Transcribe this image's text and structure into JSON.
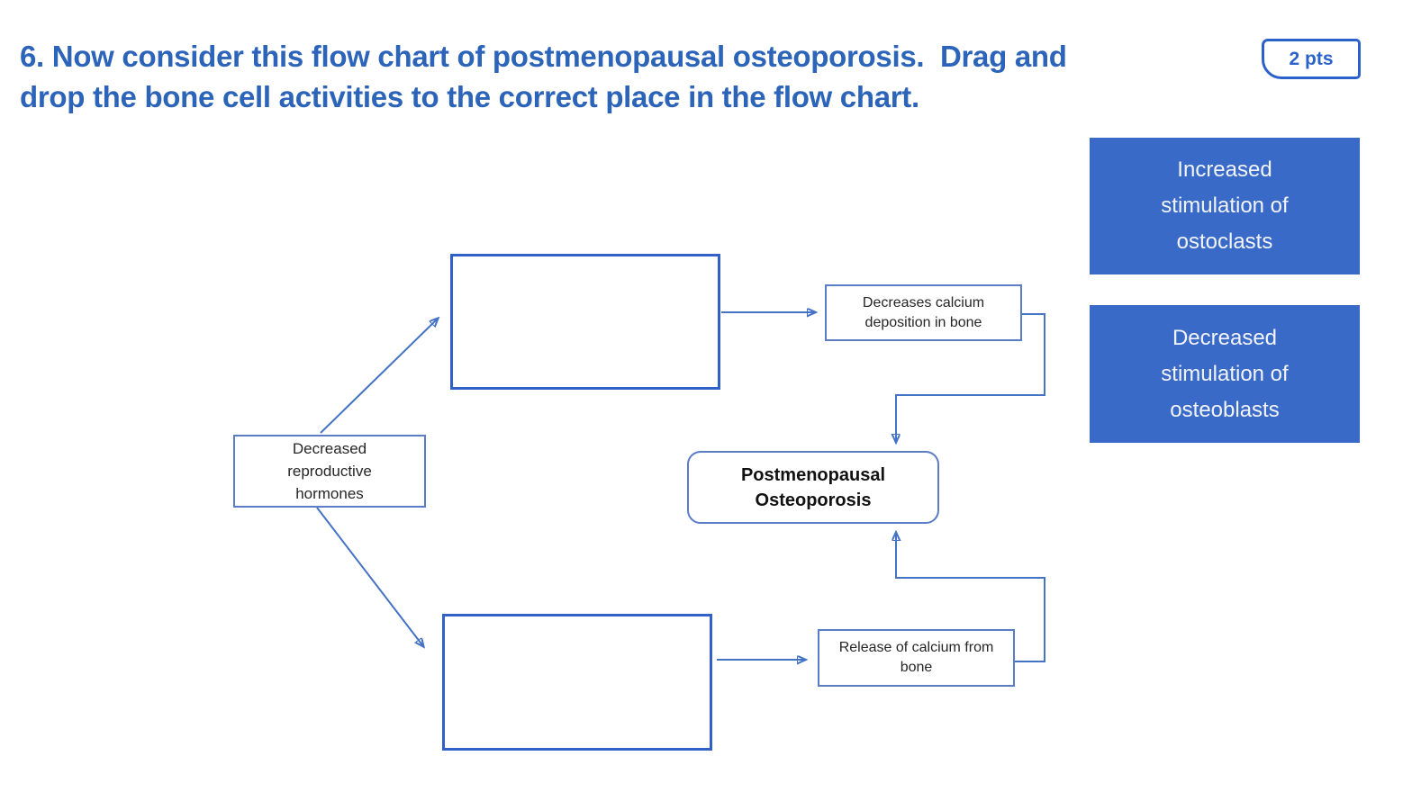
{
  "question": {
    "line1": "6. Now consider this flow chart of postmenopausal osteoporosis.  Drag and",
    "line2": "drop the bone cell activities to the correct place in the flow chart.",
    "full_text": "6. Now consider this flow chart of postmenopausal osteoporosis.  Drag and drop the bone cell activities to the correct place in the flow chart.",
    "points_label": "2 pts"
  },
  "answer_bank": {
    "options": [
      {
        "label": "Increased stimulation of ostoclasts",
        "lines": [
          "Increased",
          "stimulation of",
          "ostoclasts"
        ]
      },
      {
        "label": "Decreased stimulation of osteoblasts",
        "lines": [
          "Decreased",
          "stimulation of",
          "osteoblasts"
        ]
      }
    ]
  },
  "flowchart": {
    "nodes": {
      "cause": {
        "label": "Decreased reproductive hormones",
        "lines": [
          "Decreased",
          "reproductive",
          "hormones"
        ]
      },
      "drop_zone_top": {
        "label": ""
      },
      "drop_zone_bottom": {
        "label": ""
      },
      "effect_top": {
        "label": "Decreases calcium deposition in bone",
        "lines": [
          "Decreases calcium",
          "deposition in bone"
        ]
      },
      "effect_bottom": {
        "label": "Release of calcium from bone",
        "lines": [
          "Release of calcium from",
          "bone"
        ]
      },
      "outcome": {
        "label": "Postmenopausal Osteoporosis",
        "lines": [
          "Postmenopausal",
          "Osteoporosis"
        ]
      }
    },
    "connections": [
      {
        "from": "cause",
        "to": "drop_zone_top"
      },
      {
        "from": "cause",
        "to": "drop_zone_bottom"
      },
      {
        "from": "drop_zone_top",
        "to": "effect_top"
      },
      {
        "from": "drop_zone_bottom",
        "to": "effect_bottom"
      },
      {
        "from": "effect_top",
        "to": "outcome"
      },
      {
        "from": "effect_bottom",
        "to": "outcome"
      }
    ]
  },
  "colors": {
    "question_text": "#2C64B9",
    "points_badge": "#2B62C9",
    "answer_card_fill": "#3A6AC8",
    "answer_card_text": "#F2F4F8",
    "flow_line": "#4472C4",
    "drop_zone_border": "#3161C6",
    "node_border": "#5B7CC6",
    "node_text": "#262626"
  }
}
